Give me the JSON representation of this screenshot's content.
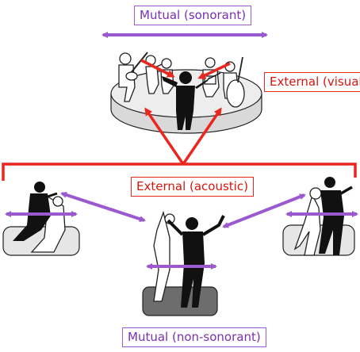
{
  "labels": {
    "mutual_sonorant": "Mutual (sonorant)",
    "external_visual": "External (visual)",
    "external_acoustic": "External (acoustic)",
    "mutual_non_sonorant": "Mutual (non-sonorant)"
  },
  "colors": {
    "purple": "#9b59d0",
    "red": "#e8271f",
    "platform_fill": "#e6e6e6",
    "silhouette": "#111111"
  },
  "icons": [
    "orchestra-on-stage",
    "conductor-silhouette",
    "tango-couple-left",
    "tango-couple-center",
    "tango-couple-right"
  ]
}
